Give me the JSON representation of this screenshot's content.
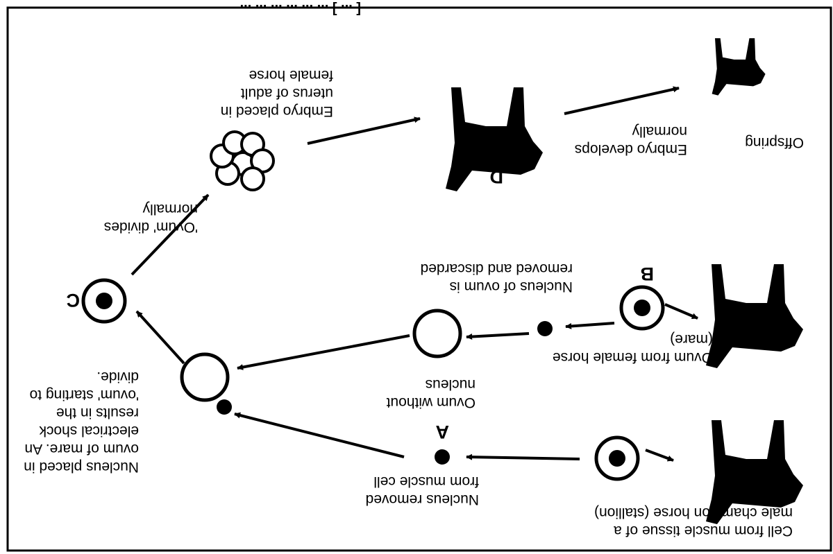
{
  "header_fragment": "[ ... ] ... ... ... ... ... ...",
  "step_letters": {
    "a": "A",
    "b": "B",
    "c": "C",
    "d": "D"
  },
  "labels": {
    "stallion_cell": [
      "Cell from muscle tissue of a",
      "male champion horse (stallion)"
    ],
    "nucleus_removed": [
      "Nucleus removed",
      "from muscle cell"
    ],
    "nucleus_placed": [
      "Nucleus placed in",
      "ovum of mare. An",
      "electrical shock",
      "results in the",
      "'ovum' starting to",
      "divide."
    ],
    "ovum_from_mare": [
      "Ovum from female horse",
      "(mare)"
    ],
    "nucleus_discarded": [
      "Nucleus of ovum is",
      "removed and discarded"
    ],
    "ovum_without_nucleus": [
      "Ovum without",
      "nucleus"
    ],
    "ovum_divides": [
      "'Ovum' divides",
      "normally"
    ],
    "embryo_placed": [
      "Embryo placed in",
      "uterus of adult",
      "female horse"
    ],
    "embryo_develops": [
      "Embryo develops",
      "normally"
    ],
    "offspring": [
      "Offspring"
    ]
  },
  "colors": {
    "ink": "#000000",
    "background": "#ffffff"
  },
  "icons": [
    "stallion-silhouette",
    "mare-silhouette",
    "surrogate-mare-silhouette",
    "foal-silhouette",
    "cell-with-nucleus",
    "nucleus-dot",
    "empty-ovum",
    "embryo-cluster"
  ]
}
